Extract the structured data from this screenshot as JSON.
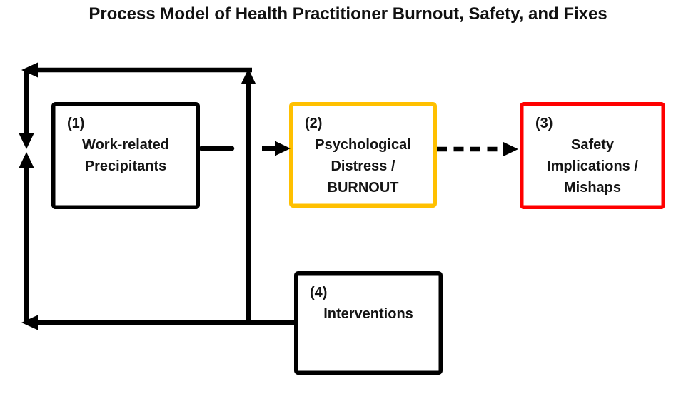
{
  "title": "Process Model of Health Practitioner Burnout, Safety, and Fixes",
  "colors": {
    "background": "#FFFFFF",
    "text": "#141414",
    "arrow": "#000000"
  },
  "boxes": [
    {
      "number": "(1)",
      "lines": [
        "Work-related",
        "Precipitants"
      ],
      "border": "#000000"
    },
    {
      "number": "(2)",
      "lines": [
        "Psychological",
        "Distress /",
        "BURNOUT"
      ],
      "border": "#FFC000"
    },
    {
      "number": "(3)",
      "lines": [
        "Safety",
        "Implications /",
        "Mishaps"
      ],
      "border": "#FF0000"
    },
    {
      "number": "(4)",
      "lines": [
        "Interventions"
      ],
      "border": "#000000"
    }
  ],
  "arrows": {
    "top_feedback": {
      "name": "feedback-arrow-top-left",
      "style": "solid"
    },
    "left_down": {
      "name": "feedback-arrow-left-down",
      "style": "solid"
    },
    "left_up": {
      "name": "feedback-arrow-left-up",
      "style": "solid"
    },
    "bottom_feedback": {
      "name": "interventions-feedback-arrow",
      "style": "solid"
    },
    "right_up": {
      "name": "feedback-arrow-up-from-bottom",
      "style": "solid"
    },
    "stub_1": {
      "name": "connector-stub-from-box1",
      "style": "solid"
    },
    "arrow_1_to_2": {
      "name": "arrow-box1-to-box2",
      "style": "solid"
    },
    "arrow_2_to_3": {
      "name": "arrow-box2-to-box3",
      "style": "dashed"
    }
  }
}
